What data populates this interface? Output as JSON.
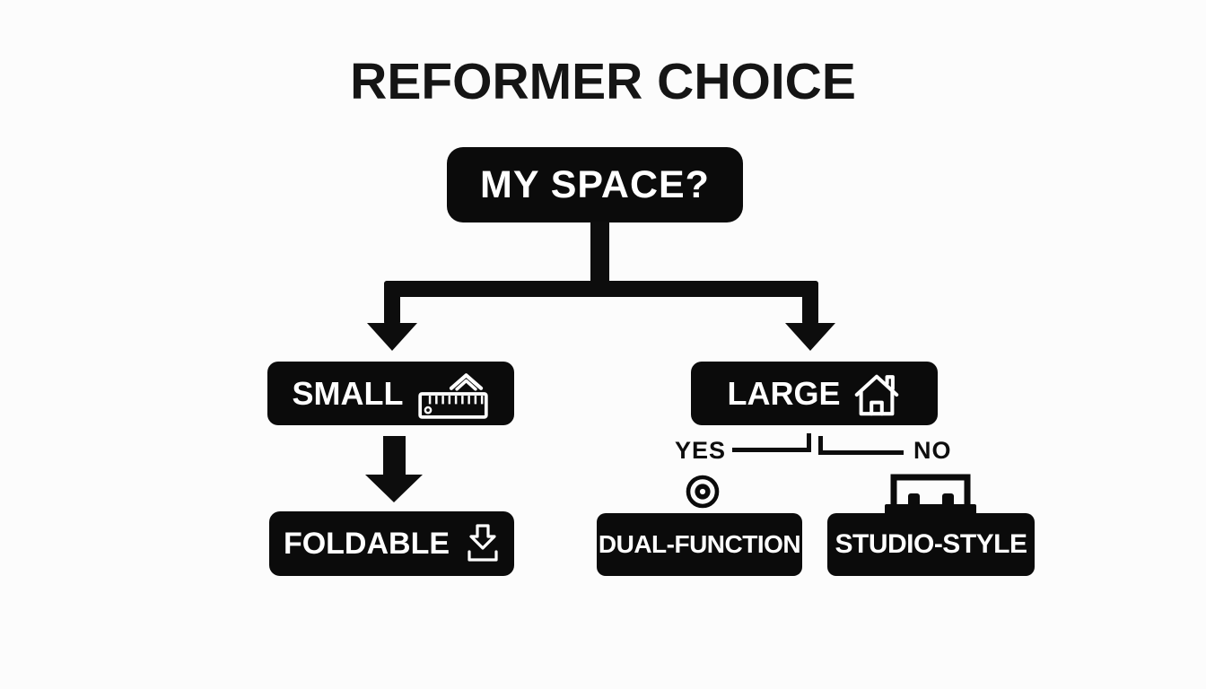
{
  "title": "REFORMER CHOICE",
  "colors": {
    "background": "#fcfcfc",
    "node_fill": "#0b0b0b",
    "node_text": "#ffffff",
    "connector": "#0d0d0d"
  },
  "nodes": {
    "root": {
      "label": "MY SPACE?"
    },
    "small": {
      "label": "SMALL",
      "icon": "ruler-icon"
    },
    "large": {
      "label": "LARGE",
      "icon": "house-icon"
    },
    "foldable": {
      "label": "FOLDABLE",
      "icon": "fold-down-icon"
    },
    "dual": {
      "label": "DUAL-FUNCTION",
      "icon": "target-icon"
    },
    "studio": {
      "label": "STUDIO-STYLE",
      "icon": "bench-icon"
    }
  },
  "branches": {
    "yes_label": "YES",
    "no_label": "NO"
  }
}
